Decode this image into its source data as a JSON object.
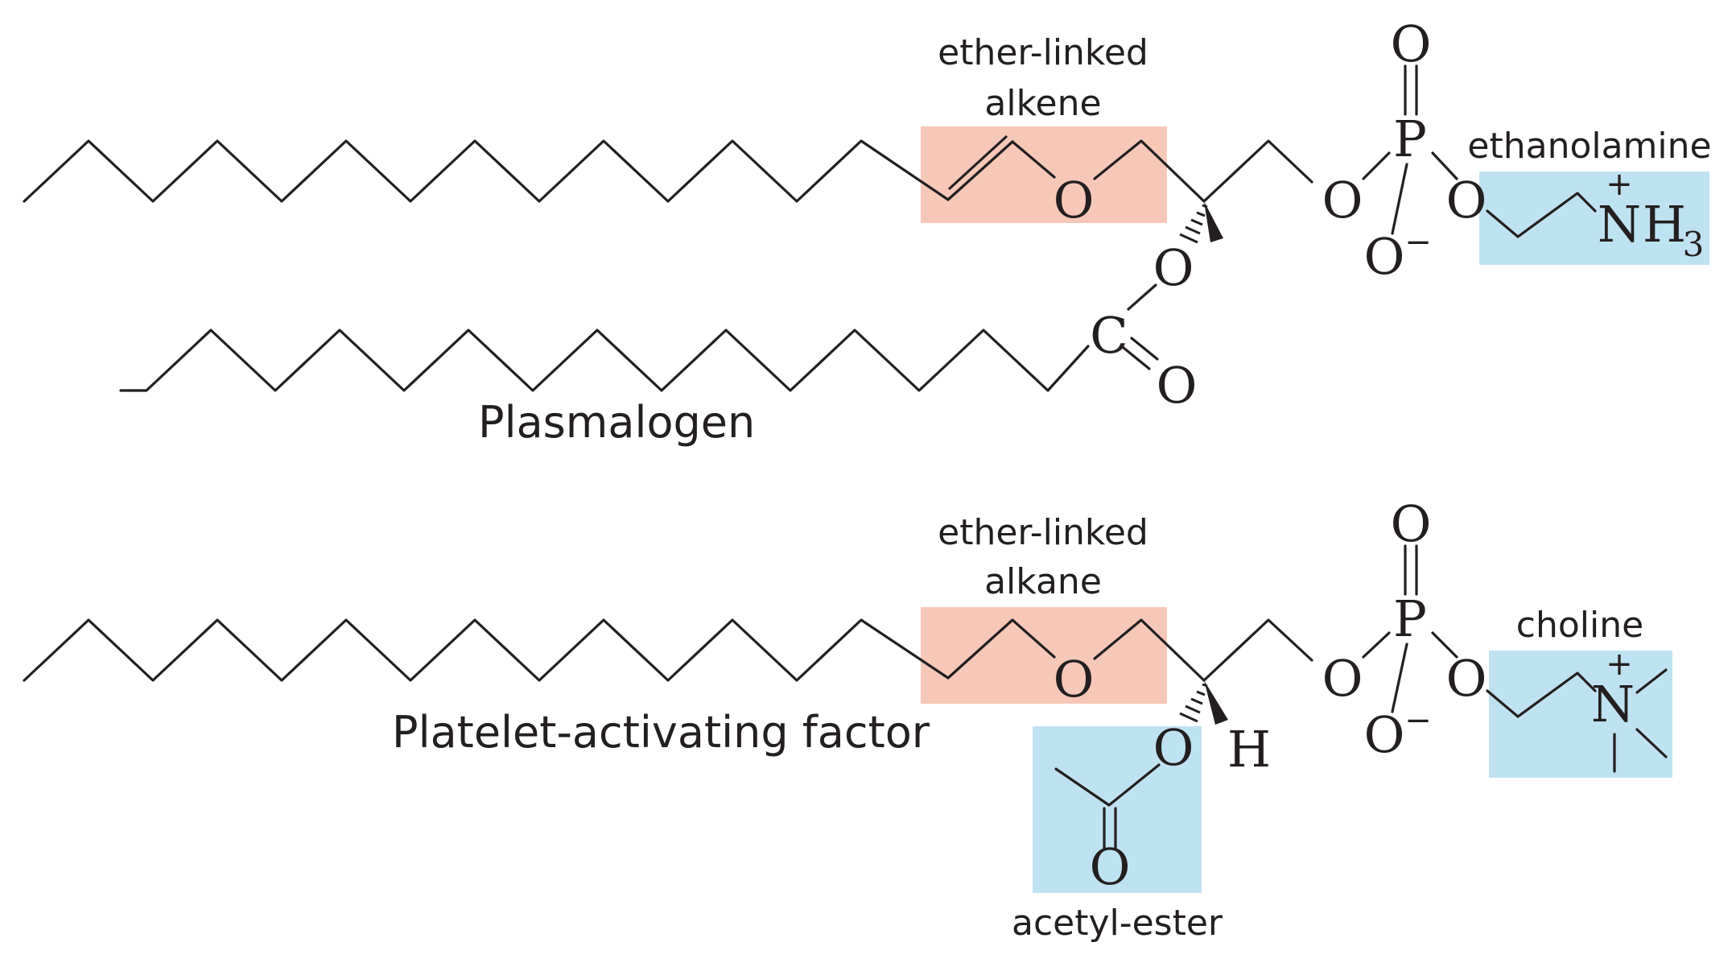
{
  "colors": {
    "ether_highlight": "#f7c8b8",
    "head_highlight": "#bfe2f2",
    "ink": "#231f20"
  },
  "molecules": [
    {
      "title": "Plasmalogen",
      "highlights": {
        "ether": "ether-linked alkene",
        "ether_line1": "ether-linked",
        "ether_line2": "alkene",
        "head": "ethanolamine"
      },
      "atoms": {
        "ether_O": "O",
        "ester_O": "O",
        "carbonyl_C": "C",
        "carbonyl_O": "O",
        "phosphate_O_ester1": "O",
        "phosphate_O_ester2": "O",
        "phosphate_P": "P",
        "phosphate_O_double": "O",
        "phosphate_O_minus": "O",
        "minus": "−",
        "head_N": "N",
        "head_H": "H",
        "head_sub": "3",
        "head_plus": "+"
      }
    },
    {
      "title": "Platelet-activating factor",
      "highlights": {
        "ether": "ether-linked alkane",
        "ether_line1": "ether-linked",
        "ether_line2": "alkane",
        "head": "choline",
        "acyl": "acetyl-ester"
      },
      "atoms": {
        "ether_O": "O",
        "ester_O": "O",
        "chiral_H": "H",
        "acetyl_O": "O",
        "phosphate_O_ester1": "O",
        "phosphate_O_ester2": "O",
        "phosphate_P": "P",
        "phosphate_O_double": "O",
        "phosphate_O_minus": "O",
        "minus": "−",
        "head_N": "N",
        "head_plus": "+"
      }
    }
  ]
}
